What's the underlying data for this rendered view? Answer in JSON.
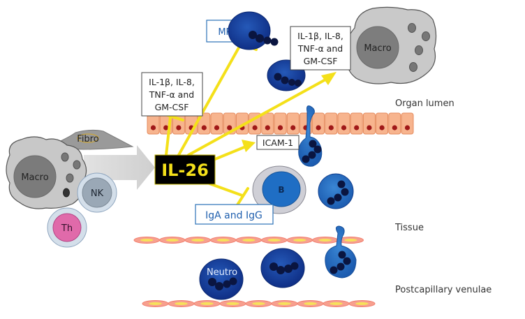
{
  "diagram": {
    "central": {
      "label": "IL-26"
    },
    "cells": {
      "macro_left": "Macro",
      "fibro": "Fibro",
      "nk": "NK",
      "th": "Th",
      "macro_right": "Macro",
      "b_cell": "B",
      "neutro": "Neutro"
    },
    "boxes": {
      "mpo": "MPO",
      "cytokines_left": [
        "IL-1β, IL-8,",
        "TNF-α and",
        "GM-CSF"
      ],
      "cytokines_right": [
        "IL-1β, IL-8,",
        "TNF-α and",
        "GM-CSF"
      ],
      "icam": "ICAM-1",
      "iga_igg": "IgA and IgG"
    },
    "regions": {
      "organ_lumen": "Organ lumen",
      "tissue": "Tissue",
      "venulae": "Postcapillary venulae"
    },
    "colors": {
      "arrow": "#f4e01a",
      "il26_bg": "#000000",
      "il26_text": "#f4e01a",
      "neutrophil": "#123f9e",
      "neutrophil_light": "#2a6fc4",
      "epithelium": "#f7b48e",
      "epithelium_nucleus": "#a01818",
      "endothelium": "#f07a6a",
      "endothelium_core": "#f6e25a",
      "macro": "#c9c9c9",
      "macro_nucleus": "#7d7d7d",
      "box_blue_border": "#2b72b8",
      "box_blue_text": "#1f5fae"
    }
  }
}
